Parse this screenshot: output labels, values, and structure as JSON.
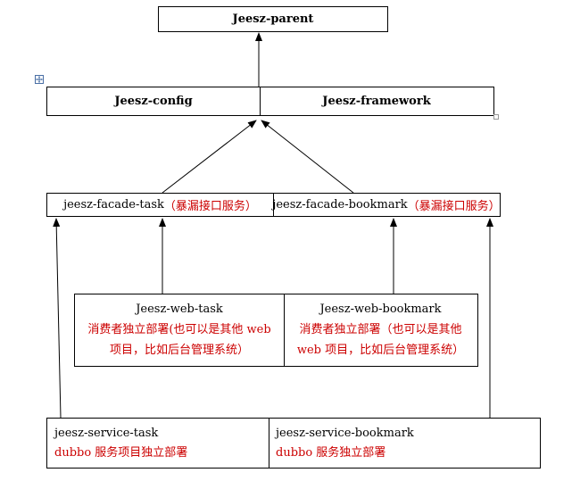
{
  "parent": {
    "label": "Jeesz-parent"
  },
  "config_row": {
    "config": "Jeesz-config",
    "framework": "Jeesz-framework"
  },
  "facade_row": {
    "task_name": "jeesz-facade-task",
    "task_note": "（暴漏接口服务）",
    "bookmark_name": "jeesz-facade-bookmark",
    "bookmark_note": "（暴漏接口服务）"
  },
  "web_row": {
    "task_title": "Jeesz-web-task",
    "task_line1": "消费者独立部署(也可以是其他 web",
    "task_line2": "项目，比如后台管理系统）",
    "bookmark_title": "Jeesz-web-bookmark",
    "bookmark_line1": "消费者独立部署（也可以是其他",
    "bookmark_line2": "web 项目，比如后台管理系统）"
  },
  "service_row": {
    "task_name": "jeesz-service-task",
    "task_note": "dubbo 服务项目独立部署",
    "bookmark_name": "jeesz-service-bookmark",
    "bookmark_note": "dubbo 服务独立部署"
  },
  "colors": {
    "annotation": "#cc0000",
    "line": "#000000"
  },
  "icons": [
    "table-move-handle-icon",
    "table-resize-handle-icon"
  ]
}
